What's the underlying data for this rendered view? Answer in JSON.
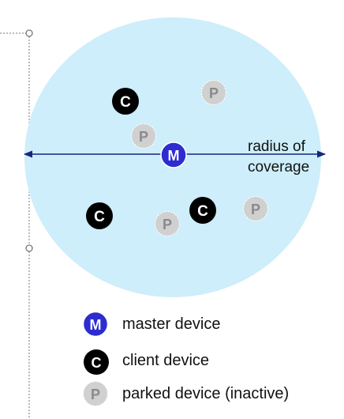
{
  "diagram": {
    "radius_label_line1": "radius of",
    "radius_label_line2": "coverage",
    "colors": {
      "coverage_fill": "#cdeefa",
      "master_fill": "#2c2ccf",
      "client_fill": "#000000",
      "parked_fill": "#d0d0d0",
      "parked_text": "#8a8a8a",
      "arrow": "#1a237e"
    },
    "nodes": [
      {
        "type": "client",
        "letter": "C"
      },
      {
        "type": "parked",
        "letter": "P"
      },
      {
        "type": "parked",
        "letter": "P"
      },
      {
        "type": "master",
        "letter": "M"
      },
      {
        "type": "client",
        "letter": "C"
      },
      {
        "type": "client",
        "letter": "C"
      },
      {
        "type": "parked",
        "letter": "P"
      },
      {
        "type": "parked",
        "letter": "P"
      }
    ]
  },
  "legend": {
    "master": {
      "letter": "M",
      "label": "master device"
    },
    "client": {
      "letter": "C",
      "label": "client device"
    },
    "parked": {
      "letter": "P",
      "label": "parked device (inactive)"
    }
  }
}
